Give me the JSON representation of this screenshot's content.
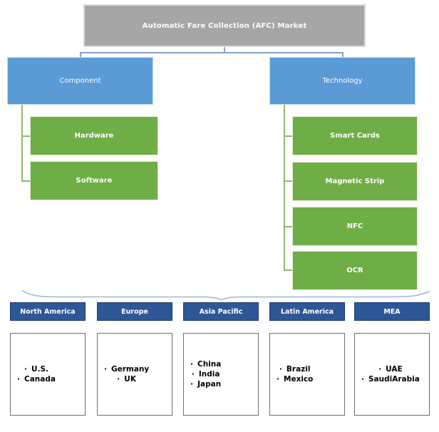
{
  "title": "Automatic Fare Collection (AFC) Market",
  "colors": {
    "gray": "#a6a6a6",
    "blue": "#5b9bd5",
    "green": "#6fad47",
    "navy": "#2e5797",
    "line-blue": "#84a3c6",
    "line-green": "#8cb96a",
    "brace": "#9db7d5"
  },
  "tree": {
    "root": "Automatic Fare Collection (AFC) Market",
    "branches": [
      {
        "label": "Component",
        "children": [
          "Hardware",
          "Software"
        ]
      },
      {
        "label": "Technology",
        "children": [
          "Smart Cards",
          "Magnetic Strip",
          "NFC",
          "OCR"
        ]
      }
    ]
  },
  "regions": [
    {
      "name": "North America",
      "countries": [
        "U.S.",
        "Canada"
      ]
    },
    {
      "name": "Europe",
      "countries": [
        "Germany",
        "UK"
      ]
    },
    {
      "name": "Asia Pacific",
      "countries": [
        "China",
        "India",
        "Japan"
      ]
    },
    {
      "name": "Latin America",
      "countries": [
        "Brazil",
        "Mexico"
      ]
    },
    {
      "name": "MEA",
      "countries": [
        "UAE",
        "SaudiArabia"
      ]
    }
  ]
}
